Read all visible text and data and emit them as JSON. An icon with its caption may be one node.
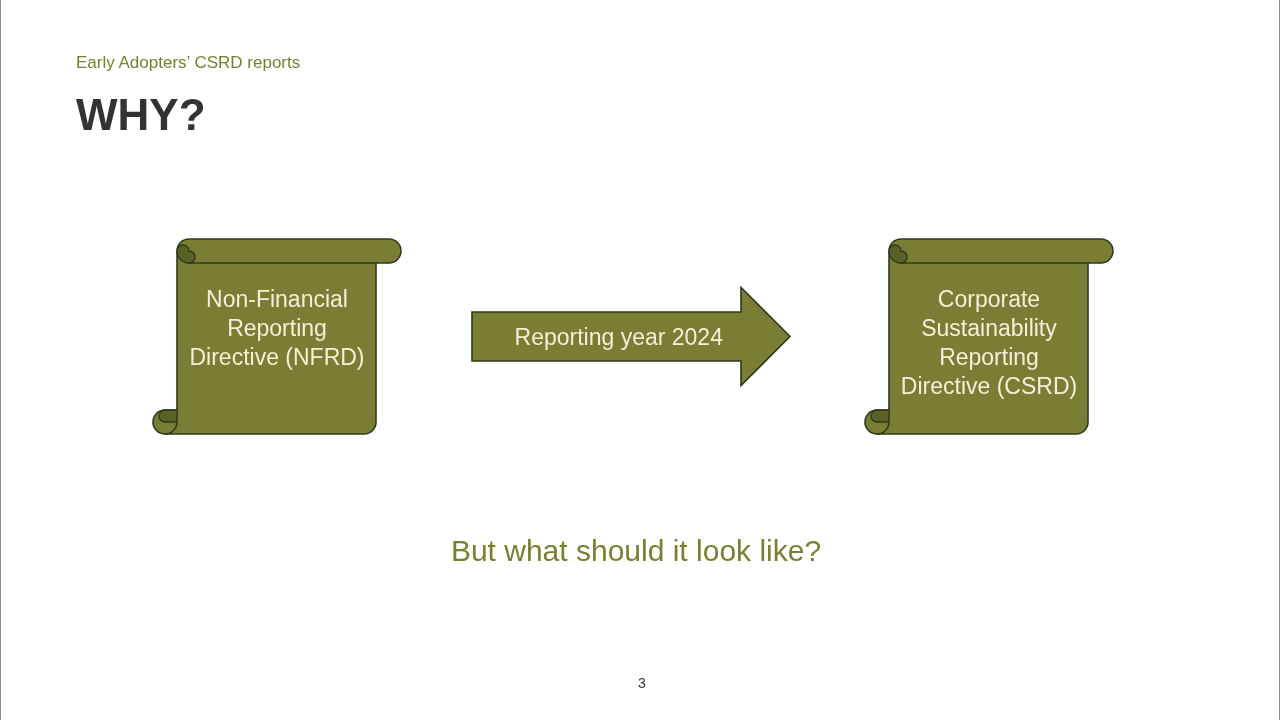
{
  "diagram": {
    "title": "WHY?",
    "nodes": [
      {
        "text": [
          "Non-Financial Reporting Directive (NFRD)"
        ]
      },
      {
        "text": [
          "Corporate Sustainability Reporting Directive (CSRD)"
        ]
      }
    ],
    "edges": [
      {
        "from": 0,
        "to": 1,
        "arrow": "to",
        "label": "Reporting year 2024"
      }
    ],
    "labels": [
      "Early Adopters’ CSRD reports",
      "But what should it look like?",
      "3"
    ]
  }
}
